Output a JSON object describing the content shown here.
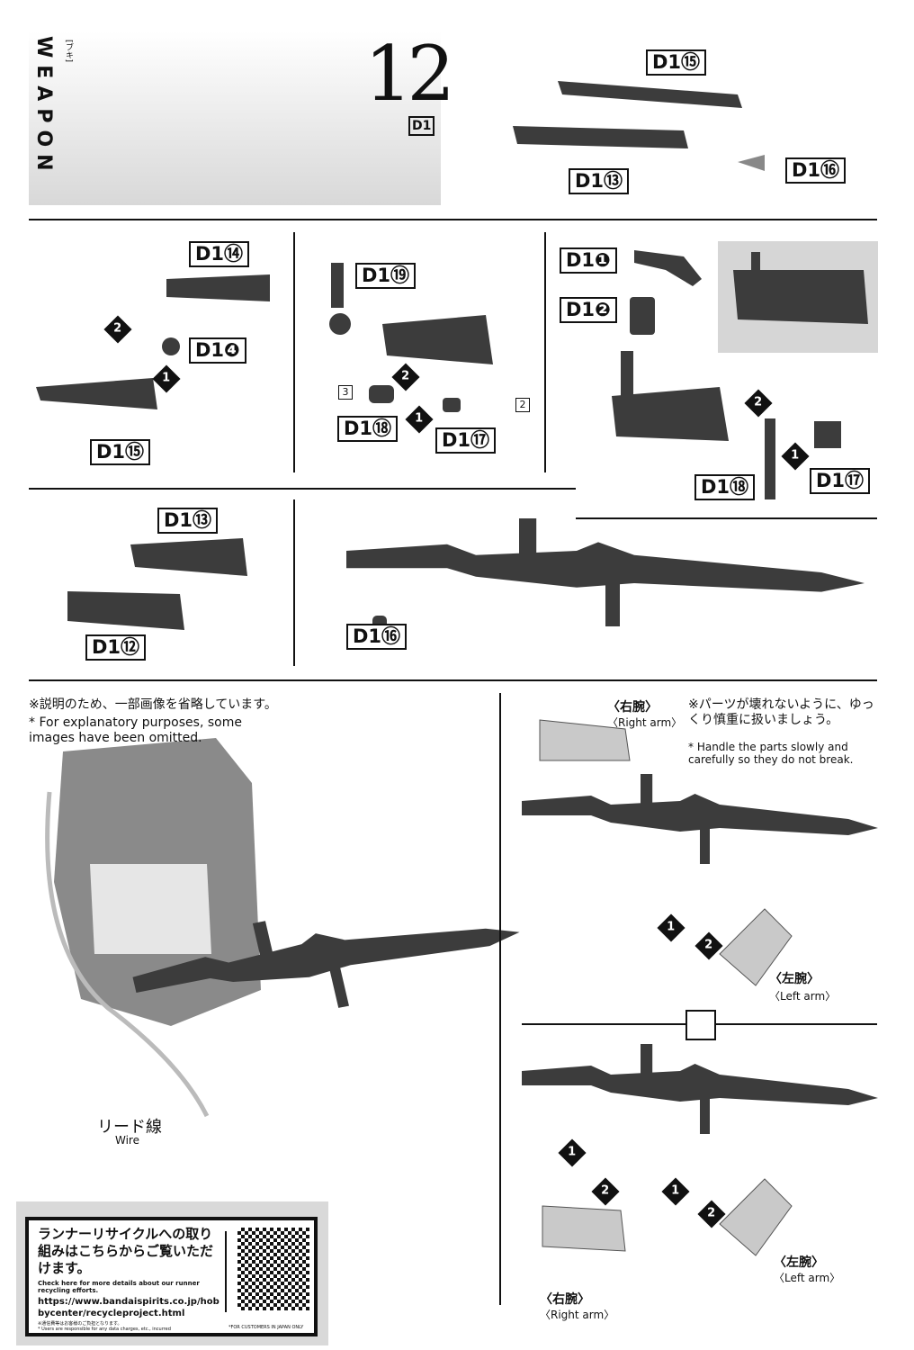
{
  "header": {
    "title": "WEAPON",
    "title_furigana": "[ブキ]",
    "step_number": "12",
    "runner": "D1"
  },
  "parts": {
    "d15": "D1⑮",
    "d13": "D1⑬",
    "d16": "D1⑯",
    "d14a": "D1⑭",
    "d14b": "D1❹",
    "d15b": "D1⑮",
    "d19": "D1⑲",
    "d18": "D1⑱",
    "d17": "D1⑰",
    "d11": "D1❶",
    "d12": "D1❷",
    "d18b": "D1⑱",
    "d17b": "D1⑰",
    "d13b": "D1⑬",
    "d12b": "D1⑫",
    "d16b": "D1⑯"
  },
  "steps": {
    "one": "1",
    "two": "2"
  },
  "quantities": {
    "q3": "3",
    "q2": "2"
  },
  "notes": {
    "omit_jp": "※説明のため、一部画像を省略しています。",
    "omit_en": "* For explanatory purposes, some images have been omitted.",
    "care_jp": "※パーツが壊れないように、ゆっくり慎重に扱いましょう。",
    "care_en": "* Handle the parts slowly and carefully so they do not break.",
    "right_arm_jp": "〈右腕〉",
    "right_arm_en": "〈Right arm〉",
    "left_arm_jp": "〈左腕〉",
    "left_arm_en": "〈Left arm〉",
    "wire_jp": "リード線",
    "wire_en": "Wire"
  },
  "recycle": {
    "jp": "ランナーリサイクルへの取り組みはこちらからご覧いただけます。",
    "en": "Check here for more details about our runner recycling efforts.",
    "url": "https://www.bandaispirits.co.jp/hobbycenter/recycleproject.html",
    "fine_jp": "※通信費等はお客様のご負担となります。",
    "fine_en": "* Users are responsible for any data charges, etc., incurred",
    "japan_only": "*FOR CUSTOMERS IN JAPAN ONLY"
  }
}
